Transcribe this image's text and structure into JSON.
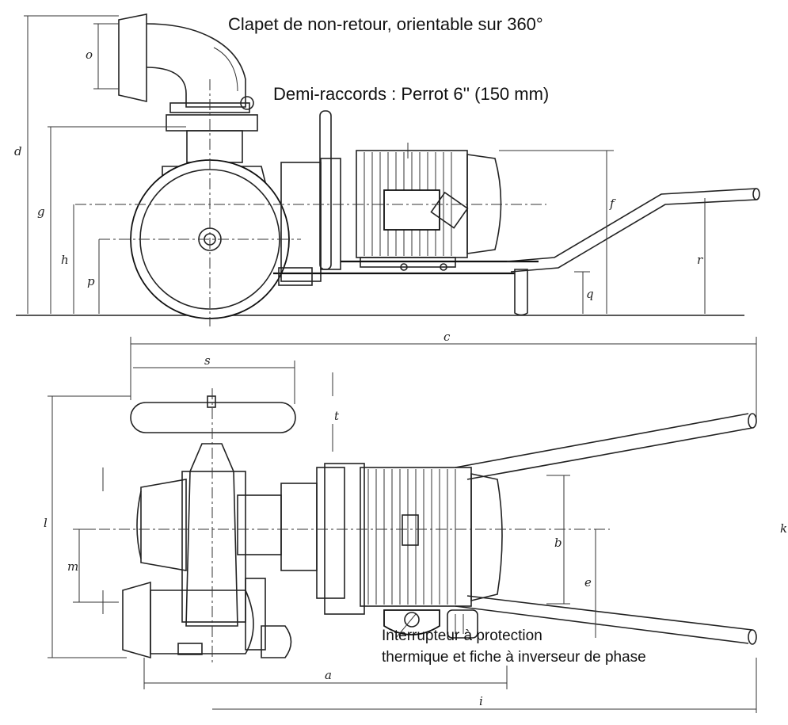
{
  "annotations": {
    "check_valve": "Clapet de non-retour, orientable sur 360°",
    "couplings": "Demi-raccords :  Perrot 6'' (150 mm)",
    "switch_line1": "Interrupteur à protection",
    "switch_line2": "thermique et fiche à inverseur de phase"
  },
  "dimensions": {
    "d": "d",
    "g": "g",
    "h": "h",
    "p": "p",
    "o": "o",
    "f": "f",
    "r": "r",
    "q": "q",
    "c": "c",
    "s": "s",
    "t": "t",
    "l": "l",
    "m": "m",
    "b": "b",
    "e": "e",
    "k": "k",
    "a": "a",
    "i": "i"
  }
}
